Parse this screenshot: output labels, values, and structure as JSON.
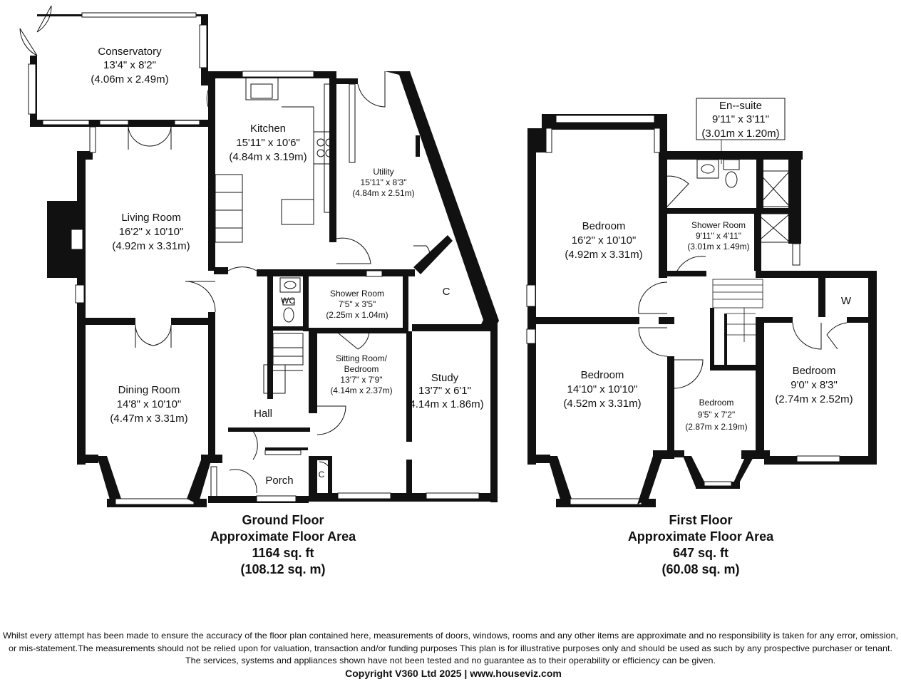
{
  "ground_floor": {
    "rooms": [
      {
        "name": "Conservatory",
        "imperial": "13'4\" x 8'2\"",
        "metric": "(4.06m x 2.49m)"
      },
      {
        "name": "Kitchen",
        "imperial": "15'11\" x 10'6\"",
        "metric": "(4.84m x 3.19m)"
      },
      {
        "name": "Utility",
        "imperial": "15'11\" x 8'3\"",
        "metric": "(4.84m x 2.51m)"
      },
      {
        "name": "Living Room",
        "imperial": "16'2\" x 10'10\"",
        "metric": "(4.92m x 3.31m)"
      },
      {
        "name": "Dining Room",
        "imperial": "14'8\" x 10'10\"",
        "metric": "(4.47m x 3.31m)"
      },
      {
        "name": "Shower Room",
        "imperial": "7'5\" x 3'5\"",
        "metric": "(2.25m x 1.04m)"
      },
      {
        "name": "Sitting Room/",
        "name2": "Bedroom",
        "imperial": "13'7\" x 7'9\"",
        "metric": "(4.14m x 2.37m)"
      },
      {
        "name": "Study",
        "imperial": "13'7\" x 6'1\"",
        "metric": "(4.14m x 1.86m)"
      }
    ],
    "wc": "WC",
    "cupboard": "C",
    "cupboard_small": "C",
    "hall": "Hall",
    "porch": "Porch",
    "title": "Ground Floor",
    "area_label": "Approximate Floor Area",
    "area_sqft": "1164 sq. ft",
    "area_sqm": "(108.12 sq. m)"
  },
  "first_floor": {
    "rooms": [
      {
        "name": "En--suite",
        "imperial": "9'11\" x 3'11\"",
        "metric": "(3.01m x 1.20m)"
      },
      {
        "name": "Bedroom",
        "imperial": "16'2\" x 10'10\"",
        "metric": "(4.92m x 3.31m)"
      },
      {
        "name": "Shower Room",
        "imperial": "9'11\" x 4'11\"",
        "metric": "(3.01m x 1.49m)"
      },
      {
        "name": "Bedroom",
        "imperial": "14'10\" x 10'10\"",
        "metric": "(4.52m x 3.31m)"
      },
      {
        "name": "Bedroom",
        "imperial": "9'0\" x 8'3\"",
        "metric": "(2.74m x 2.52m)"
      },
      {
        "name": "Bedroom",
        "imperial": "9'5\" x 7'2\"",
        "metric": "(2.87m x 2.19m)"
      }
    ],
    "wardrobe": "W",
    "title": "First Floor",
    "area_label": "Approximate Floor Area",
    "area_sqft": "647 sq. ft",
    "area_sqm": "(60.08 sq. m)"
  },
  "disclaimer": {
    "line1": "Whilst every attempt has been made to ensure the accuracy of the floor plan contained here, measurements of doors, windows, rooms and any other items are approximate and no responsibility is taken for any error, omission,",
    "line2": "or mis-statement.The measurements should not be relied upon for valuation, transaction and/or funding purposes This plan is for illustrative purposes only and should be used as such by any prospective purchaser or tenant.",
    "line3": "The services, systems and appliances shown have not been tested and no guarantee as to their operability or efficiency can be given."
  },
  "copyright": "Copyright V360 Ltd 2025 | www.houseviz.com"
}
